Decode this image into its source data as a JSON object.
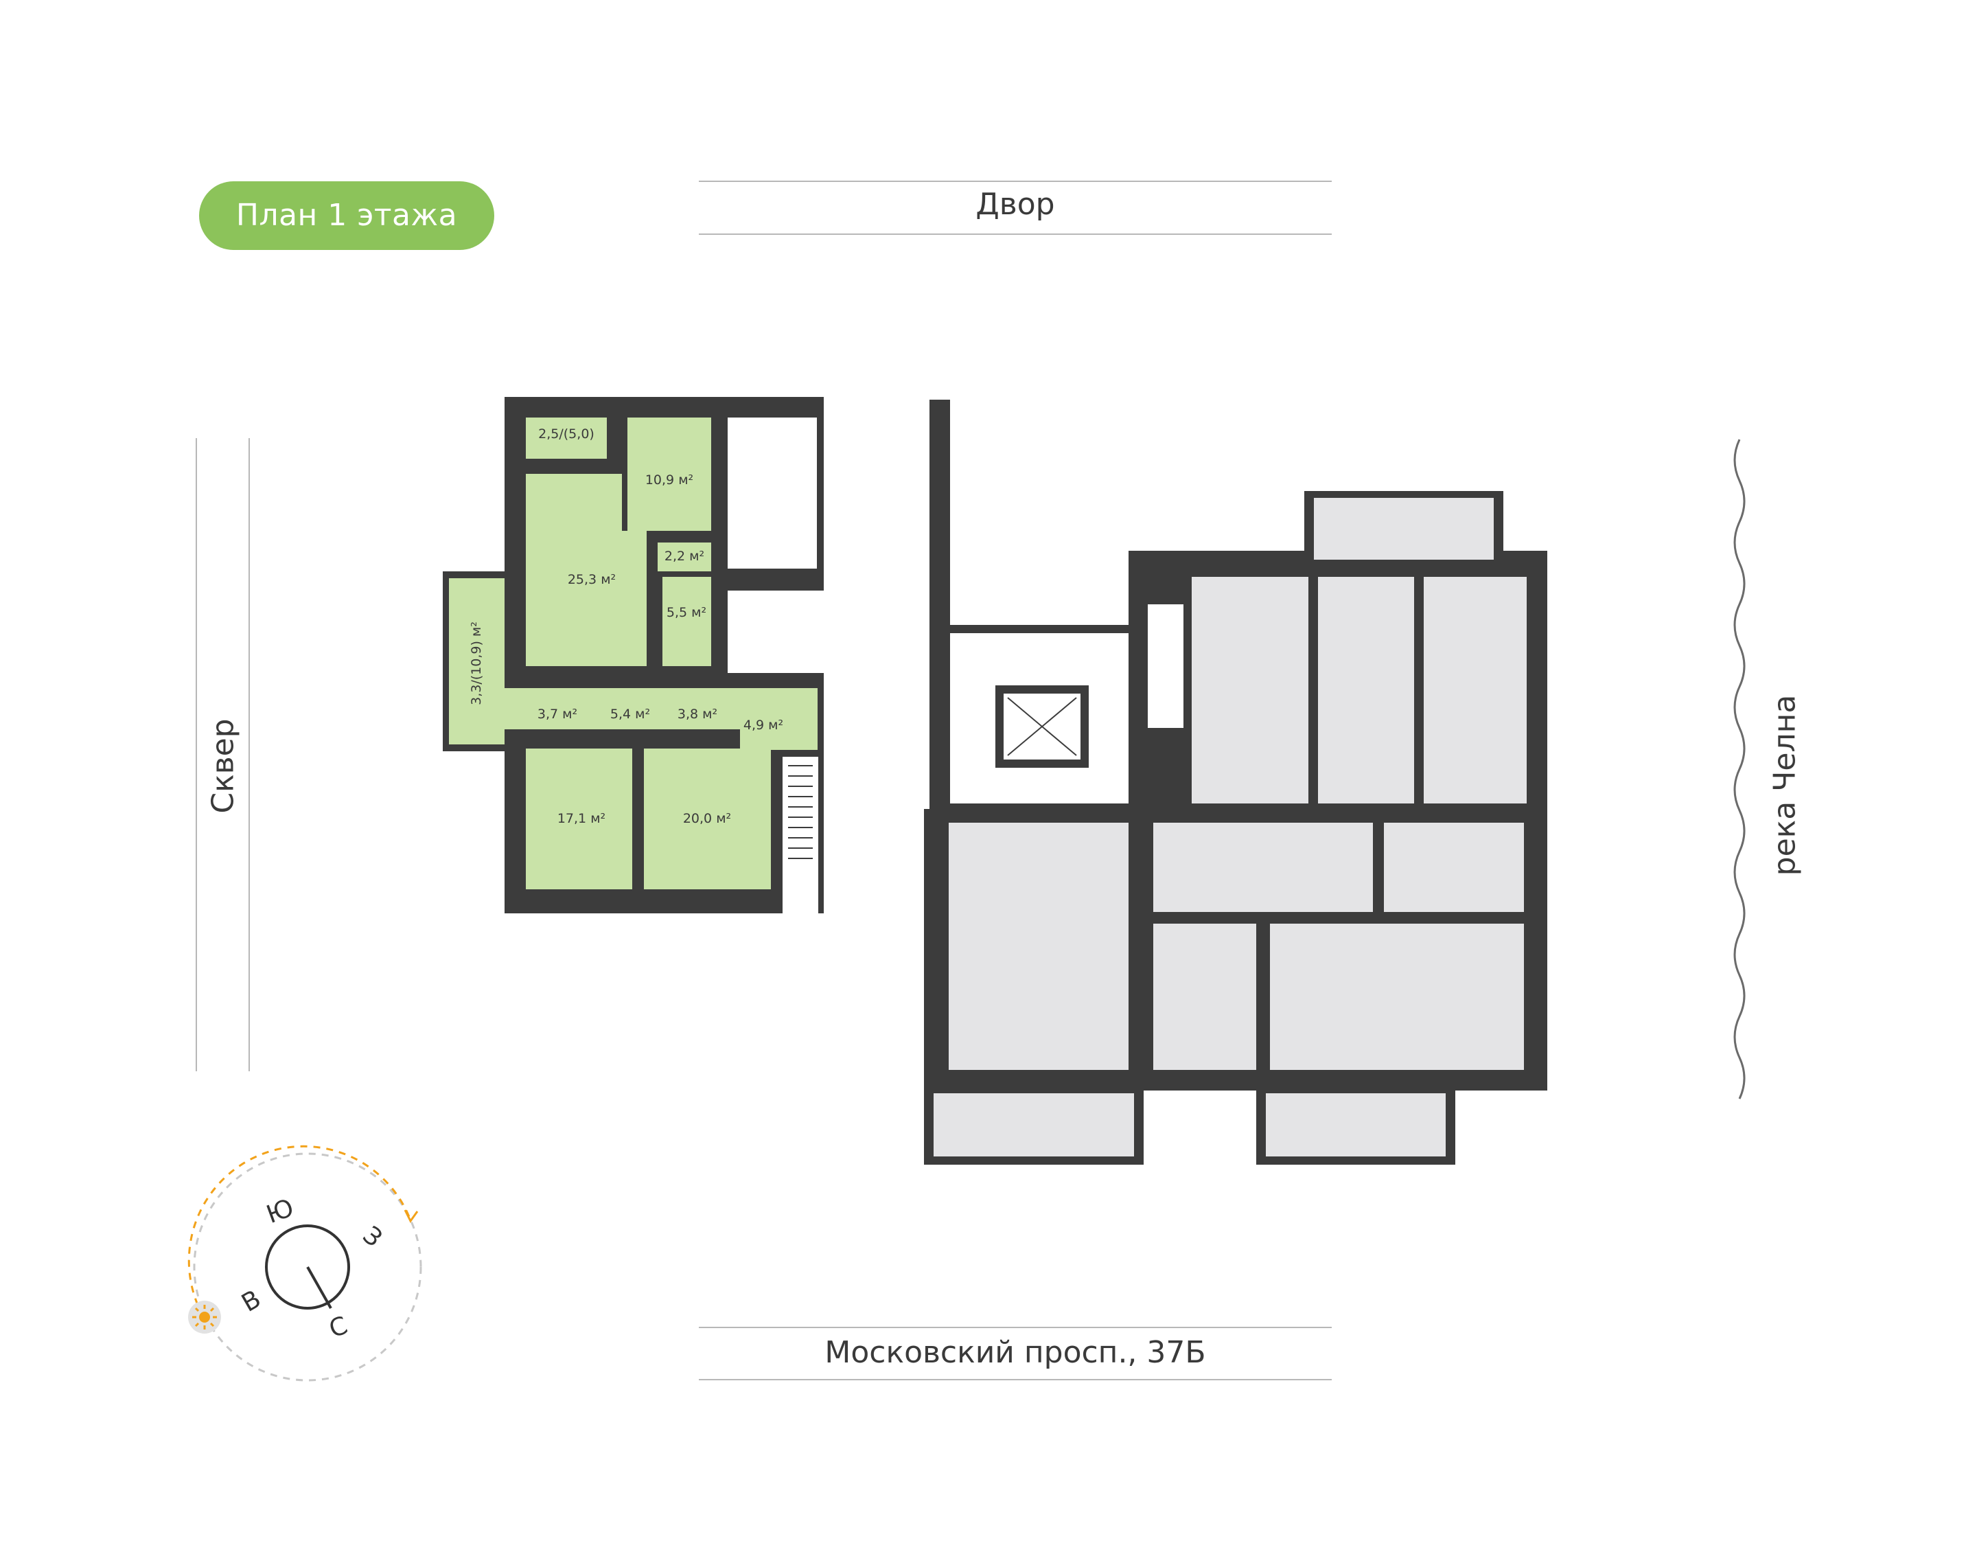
{
  "floor_badge": "План 1 этажа",
  "labels": {
    "top": "Двор",
    "bottom": "Московский просп., 37Б",
    "left": "Сквер",
    "right": "река Челна"
  },
  "colors": {
    "highlight": "#c9e3a8",
    "badge": "#8cc35a",
    "wall": "#3c3c3c",
    "other_units": "#e4e4e6",
    "sun": "#f2a21a"
  },
  "rooms": [
    {
      "id": "r1",
      "area": "2,5/(5,0)"
    },
    {
      "id": "r2",
      "area": "10,9 м²"
    },
    {
      "id": "r3",
      "area": "2,2 м²"
    },
    {
      "id": "r4",
      "area": "25,3 м²"
    },
    {
      "id": "r5",
      "area": "5,5 м²"
    },
    {
      "id": "r6",
      "area": "3,3/(10,9) м²"
    },
    {
      "id": "r7",
      "area": "3,7 м²"
    },
    {
      "id": "r8",
      "area": "5,4 м²"
    },
    {
      "id": "r9",
      "area": "3,8 м²"
    },
    {
      "id": "r10",
      "area": "4,9 м²"
    },
    {
      "id": "r11",
      "area": "17,1 м²"
    },
    {
      "id": "r12",
      "area": "20,0 м²"
    }
  ],
  "compass": {
    "south": "Ю",
    "west": "З",
    "east": "В",
    "north": "С",
    "sun_icon": "sun-icon"
  }
}
